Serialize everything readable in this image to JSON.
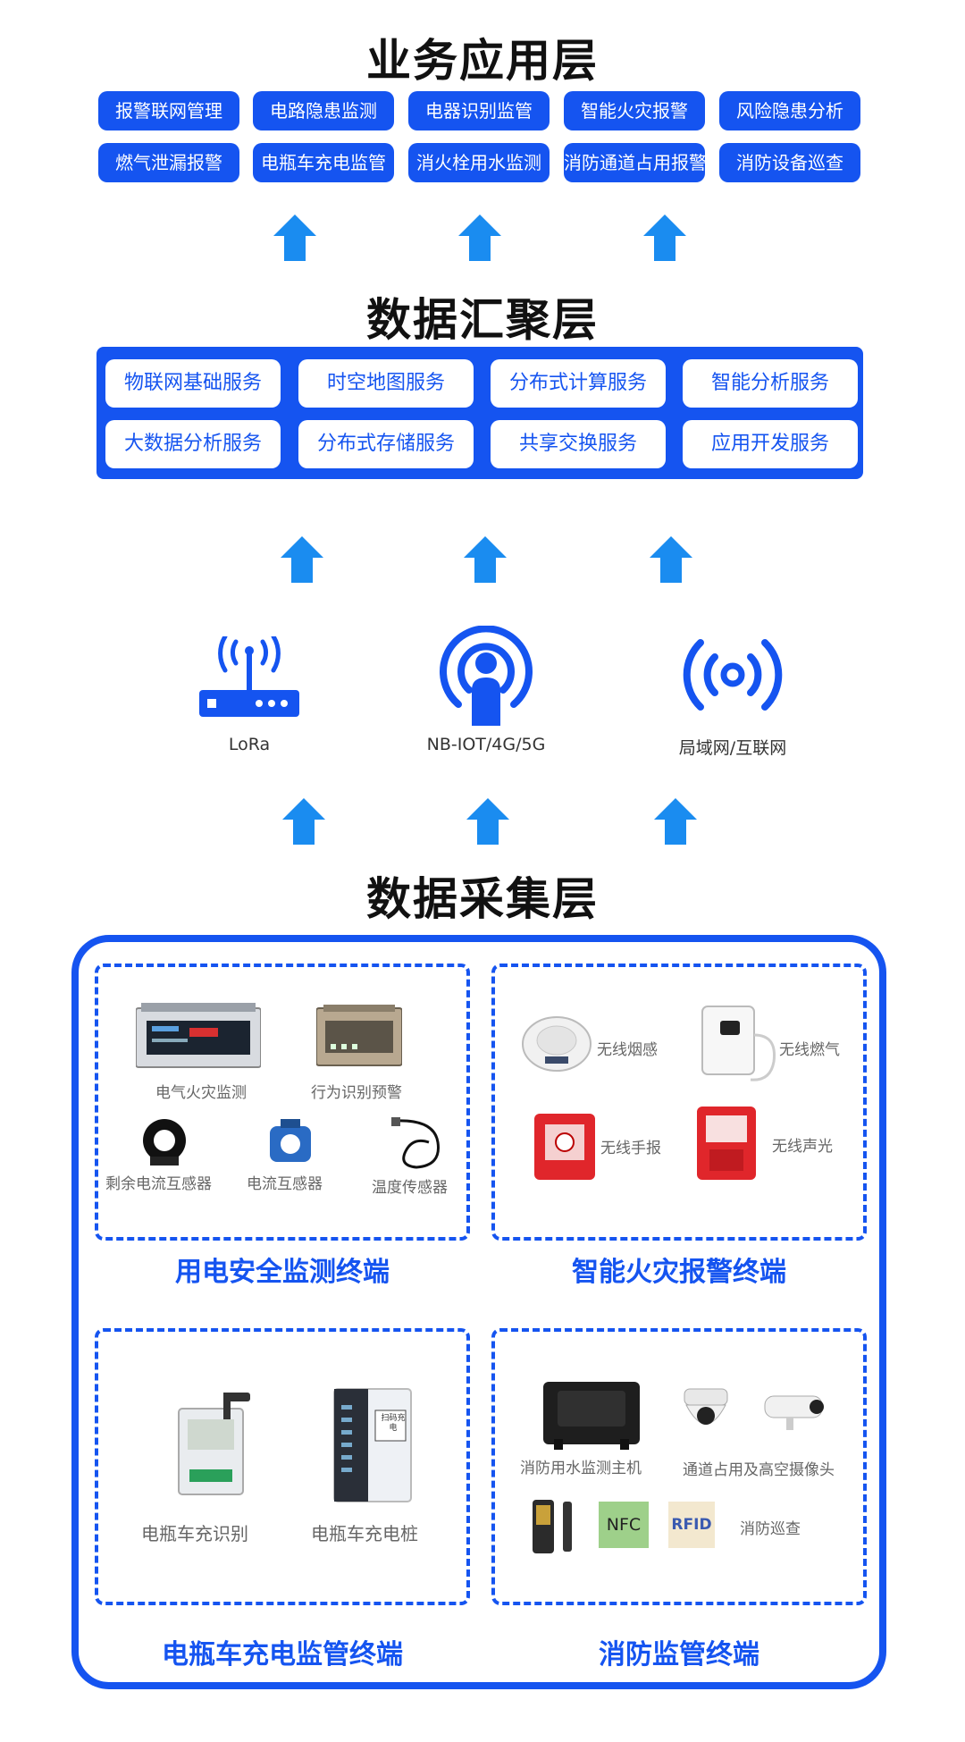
{
  "application_layer": {
    "title": "业务应用层",
    "items": [
      "报警联网管理",
      "电路隐患监测",
      "电器识别监管",
      "智能火灾报警",
      "风险隐患分析",
      "燃气泄漏报警",
      "电瓶车充电监管",
      "消火栓用水监测",
      "消防通道占用报警",
      "消防设备巡查"
    ]
  },
  "aggregation_layer": {
    "title": "数据汇聚层",
    "items": [
      "物联网基础服务",
      "时空地图服务",
      "分布式计算服务",
      "智能分析服务",
      "大数据分析服务",
      "分布式存储服务",
      "共享交换服务",
      "应用开发服务"
    ]
  },
  "network": {
    "items": [
      {
        "label": "LoRa",
        "icon": "router-icon"
      },
      {
        "label": "NB-IOT/4G/5G",
        "icon": "podcast-person-icon"
      },
      {
        "label": "局域网/互联网",
        "icon": "wireless-signal-icon"
      }
    ]
  },
  "collection_layer": {
    "title": "数据采集层",
    "terminals": [
      {
        "title": "用电安全监测终端",
        "devices": [
          "电气火灾监测",
          "行为识别预警",
          "剩余电流互感器",
          "电流互感器",
          "温度传感器"
        ]
      },
      {
        "title": "智能火灾报警终端",
        "devices": [
          "无线烟感",
          "无线燃气",
          "无线手报",
          "无线声光"
        ]
      },
      {
        "title": "电瓶车充电监管终端",
        "devices": [
          "电瓶车充识别",
          "电瓶车充电桩"
        ],
        "pile_text": "扫码充电"
      },
      {
        "title": "消防监管终端",
        "devices": [
          "消防用水监测主机",
          "通道占用及高空摄像头",
          "消防巡查"
        ],
        "badges": [
          "NFC",
          "RFID"
        ]
      }
    ]
  },
  "colors": {
    "primary": "#1554f0",
    "arrow": "#1a8cf0"
  }
}
